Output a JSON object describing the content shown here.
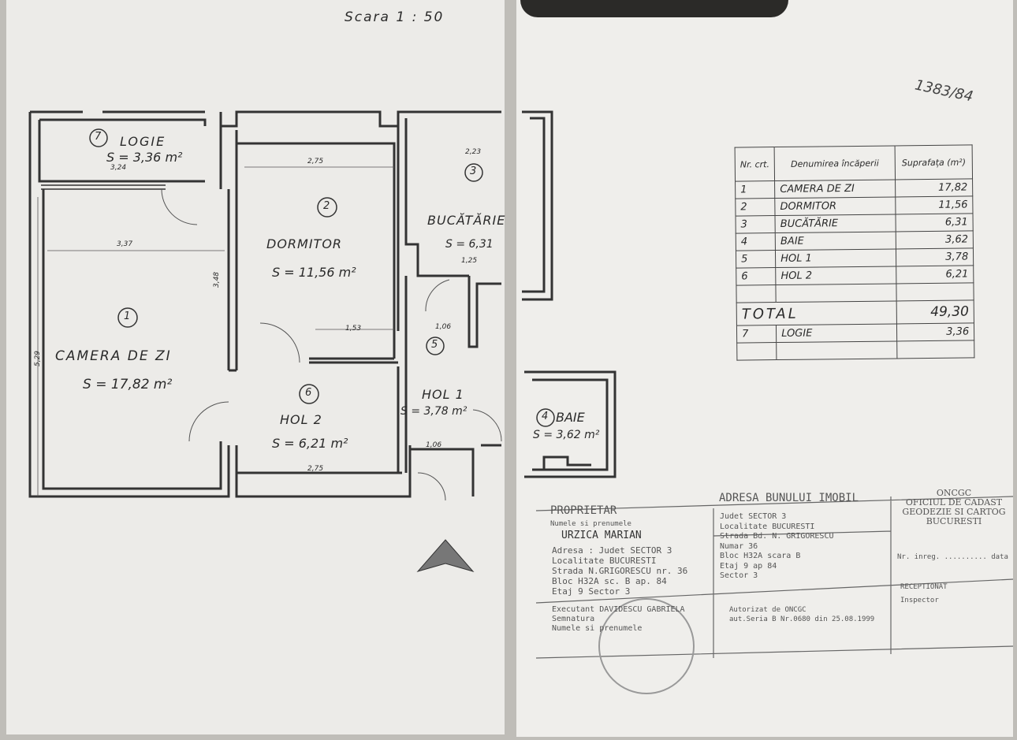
{
  "scale": "Scara  1 : 50",
  "ref_note": "1383/84",
  "rooms": [
    {
      "nr": "1",
      "name": "CAMERA DE ZI",
      "area_label": "S = 17,82 m²",
      "area": "17,82"
    },
    {
      "nr": "2",
      "name": "DORMITOR",
      "area_label": "S = 11,56 m²",
      "area": "11,56"
    },
    {
      "nr": "3",
      "name": "BUCĂTĂRIE",
      "area_label": "S = 6,31",
      "area": "6,31"
    },
    {
      "nr": "4",
      "name": "BAIE",
      "area_label": "S = 3,62 m²",
      "area": "3,62"
    },
    {
      "nr": "5",
      "name": "HOL 1",
      "area_label": "S = 3,78 m²",
      "area": "3,78"
    },
    {
      "nr": "6",
      "name": "HOL 2",
      "area_label": "S = 6,21 m²",
      "area": "6,21"
    },
    {
      "nr": "7",
      "name": "LOGIE",
      "area_label": "S = 3,36 m²",
      "area": "3,36"
    }
  ],
  "dims": [
    "3,37",
    "2,75",
    "1,53",
    "1,06",
    "2,23",
    "5,29",
    "3,48",
    "2,75",
    "1,06",
    "3,24",
    "1,25"
  ],
  "table": {
    "headers": [
      "Nr. crt.",
      "Denumirea încăperii",
      "Suprafața (m²)"
    ],
    "total_label": "TOTAL",
    "total": "49,30"
  },
  "owner": {
    "title": "PROPRIETAR",
    "name_label": "Numele si prenumele",
    "name": "URZICA MARIAN",
    "lines": [
      "Adresa : Judet SECTOR 3",
      "Localitate BUCURESTI",
      "Strada N.GRIGORESCU nr. 36",
      "Bloc H32A sc. B ap. 84",
      "Etaj 9 Sector 3"
    ],
    "executant": "Executant DAVIDESCU GABRIELA",
    "semnatura": "Semnatura",
    "numele": "Numele si prenumele"
  },
  "address": {
    "title": "ADRESA BUNULUI IMOBIL",
    "lines": [
      "Judet SECTOR 3",
      "Localitate BUCURESTI",
      "Strada Bd. N. GRIGORESCU",
      "Numar 36",
      "Bloc H32A scara B",
      "Etaj 9 ap 84",
      "Sector 3"
    ],
    "auth1": "Autorizat de ONCGC",
    "auth2": "aut.Seria B Nr.0680 din 25.08.1999"
  },
  "office": {
    "lines": [
      "ONCGC",
      "OFICIUL DE CADAST",
      "GEODEZIE SI CARTOG",
      "BUCURESTI"
    ],
    "nr_inreg": "Nr. inreg. .......... data",
    "receptionat": "RECEPTIONAT",
    "inspector": "Inspector"
  }
}
